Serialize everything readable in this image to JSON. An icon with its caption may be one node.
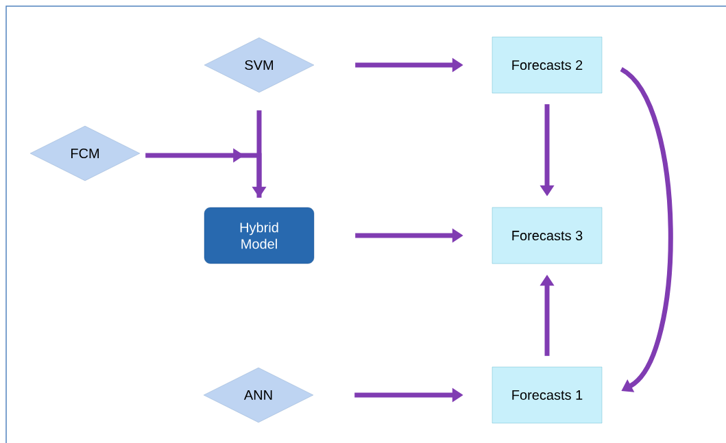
{
  "diagram": {
    "nodes": [
      {
        "text": [
          "SVM"
        ]
      },
      {
        "text": [
          "Forecasts 2"
        ]
      },
      {
        "text": [
          "FCM"
        ]
      },
      {
        "text": [
          "Hybrid Model"
        ]
      },
      {
        "text": [
          "Forecasts 3"
        ]
      },
      {
        "text": [
          "ANN"
        ]
      },
      {
        "text": [
          "Forecasts 1"
        ]
      }
    ],
    "edges": [
      {
        "from": 0,
        "to": 1,
        "arrow": "to"
      },
      {
        "from": 0,
        "to": 3,
        "arrow": "to"
      },
      {
        "from": 2,
        "to": 3,
        "arrow": "to"
      },
      {
        "from": 1,
        "to": 4,
        "arrow": "to"
      },
      {
        "from": 3,
        "to": 4,
        "arrow": "to"
      },
      {
        "from": 5,
        "to": 6,
        "arrow": "to"
      },
      {
        "from": 6,
        "to": 4,
        "arrow": "to"
      },
      {
        "from": 1,
        "to": 6,
        "arrow": "to"
      }
    ]
  }
}
